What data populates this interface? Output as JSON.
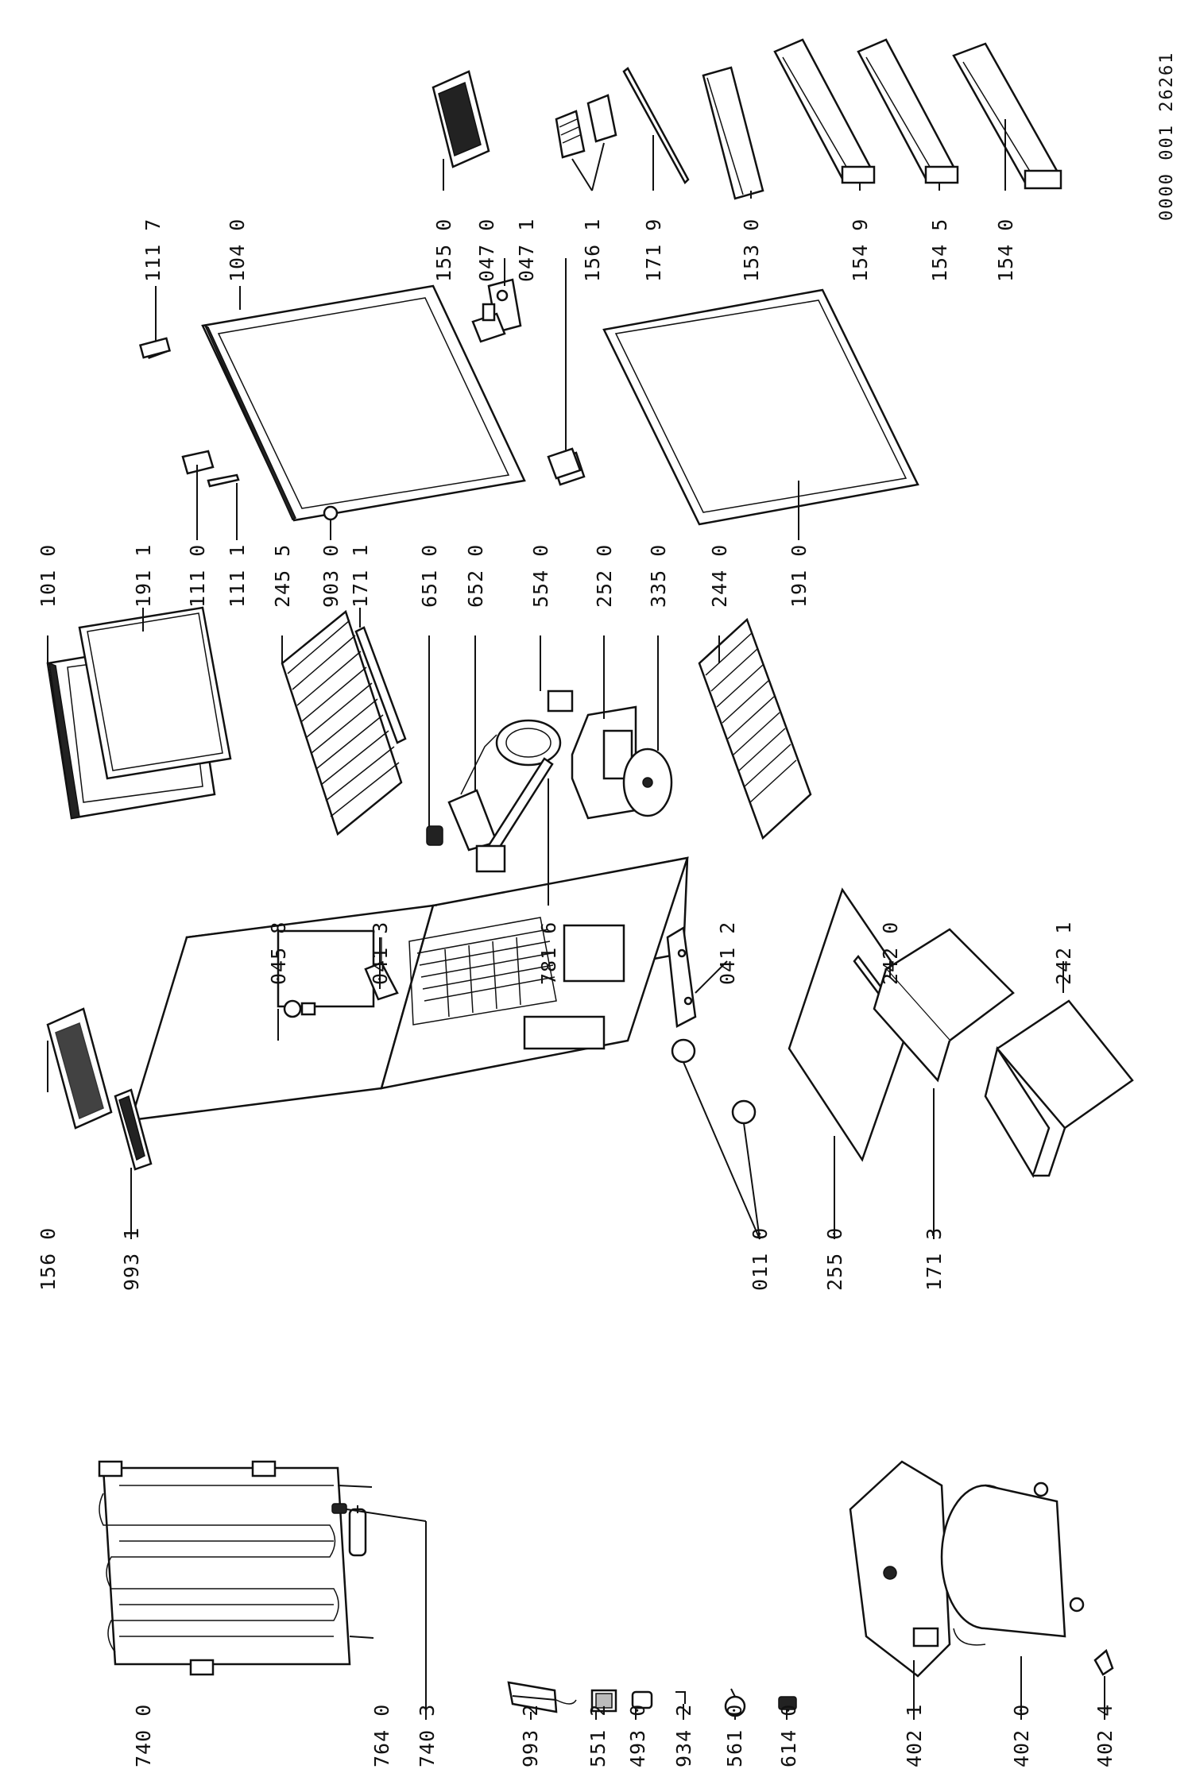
{
  "doc_ref": "0000 001 26261",
  "labels": {
    "p740_0": "740 0",
    "p764_0": "764 0",
    "p740_3": "740 3",
    "p993_2": "993 2",
    "p551_2": "551 2",
    "p493_0": "493 0",
    "p934_2": "934 2",
    "p561_0": "561 0",
    "p614_0": "614 0",
    "p402_1": "402 1",
    "p402_0": "402 0",
    "p402_4": "402 4",
    "p156_0": "156 0",
    "p993_1": "993 1",
    "p011_0": "011 0",
    "p255_0": "255 0",
    "p171_3": "171 3",
    "p045_8": "045 8",
    "p041_3": "041 3",
    "p781_6": "781 6",
    "p041_2": "041 2",
    "p242_0": "242 0",
    "p242_1": "242 1",
    "p101_0": "101 0",
    "p191_1": "191 1",
    "p111_0": "111 0",
    "p111_1": "111 1",
    "p245_5": "245 5",
    "p903_0": "903 0",
    "p171_1": "171 1",
    "p651_0": "651 0",
    "p652_0": "652 0",
    "p554_0": "554 0",
    "p252_0": "252 0",
    "p335_0": "335 0",
    "p244_0": "244 0",
    "p191_0": "191 0",
    "p111_7": "111 7",
    "p104_0": "104 0",
    "p155_0": "155 0",
    "p047_0": "047 0",
    "p047_1": "047 1",
    "p156_1": "156 1",
    "p171_9": "171 9",
    "p153_0": "153 0",
    "p154_9": "154 9",
    "p154_5": "154 5",
    "p154_0": "154 0"
  }
}
